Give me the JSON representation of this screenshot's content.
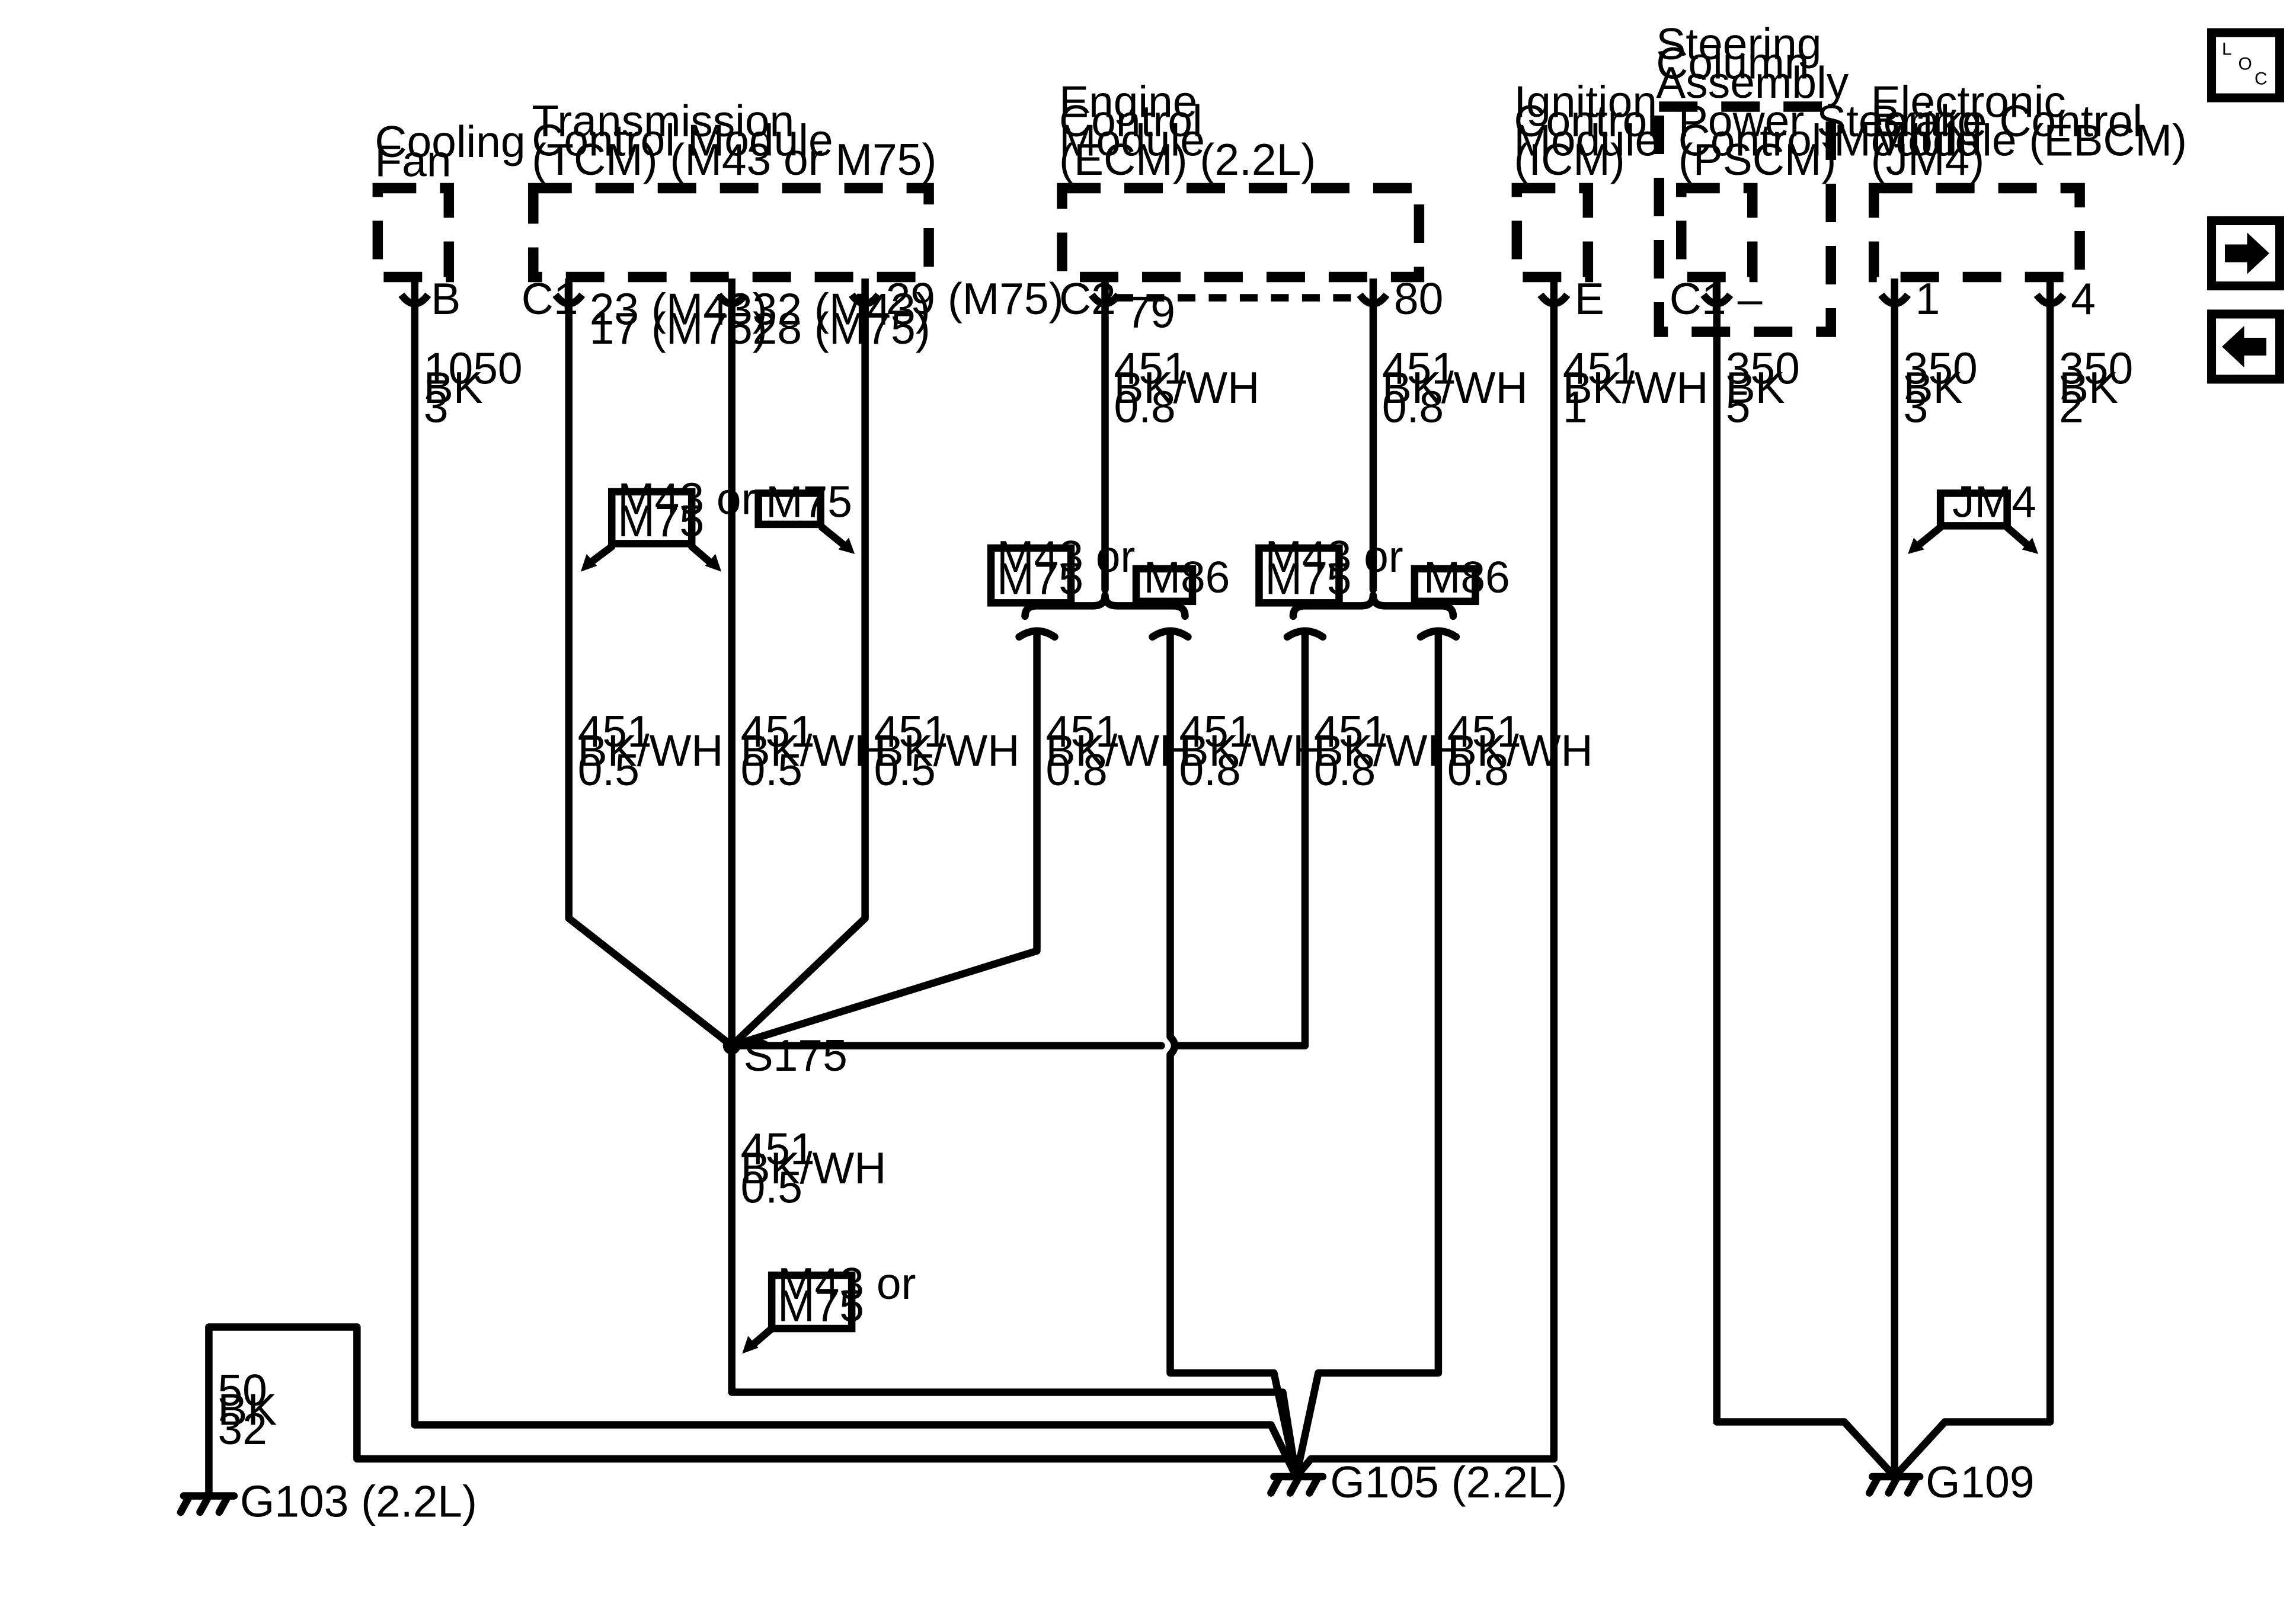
{
  "components": {
    "cooling_fan": [
      "Cooling",
      "Fan"
    ],
    "tcm": [
      "Transmission",
      "Control Module",
      "(TCM) (M43 or M75)"
    ],
    "ecm": [
      "Engine",
      "Control",
      "Module",
      "(ECM) (2.2L)"
    ],
    "icm": [
      "Ignition",
      "Control",
      "Module",
      "(ICM)"
    ],
    "steering_column": [
      "Steering",
      "Column",
      "Assembly"
    ],
    "pscm": [
      "Power Steering",
      "Control Module",
      "(PSCM)"
    ],
    "ebcm": [
      "Electronic",
      "Brake Control",
      "Module (EBCM)",
      "(JM4)"
    ]
  },
  "pins": {
    "cooling_fan": "B",
    "tcm_connector": "C1",
    "tcm_a": [
      "23 (M43)",
      "17 (M75)"
    ],
    "tcm_b": [
      "32 (M43)",
      "28 (M75)"
    ],
    "tcm_c": "29 (M75)",
    "ecm_connector": "C2",
    "ecm_a": "79",
    "ecm_b": "80",
    "icm": "E",
    "pscm_connector": "C1",
    "pscm": "–",
    "ebcm_a": "1",
    "ebcm_b": "4"
  },
  "wires": {
    "fan": [
      "1050",
      "BK",
      "3"
    ],
    "tcm_a": [
      "451",
      "BK/WH",
      "0.5"
    ],
    "tcm_b": [
      "451",
      "BK/WH",
      "0.5"
    ],
    "tcm_c": [
      "451",
      "BK/WH",
      "0.5"
    ],
    "ecm_79_upper": [
      "451",
      "BK/WH",
      "0.8"
    ],
    "ecm_80_upper": [
      "451",
      "BK/WH",
      "0.8"
    ],
    "ecm_79_left": [
      "451",
      "BK/WH",
      "0.8"
    ],
    "ecm_79_right": [
      "451",
      "BK/WH",
      "0.8"
    ],
    "ecm_80_left": [
      "451",
      "BK/WH",
      "0.8"
    ],
    "ecm_80_right": [
      "451",
      "BK/WH",
      "0.8"
    ],
    "icm": [
      "451",
      "BK/WH",
      "1"
    ],
    "pscm": [
      "350",
      "BK",
      "5"
    ],
    "ebcm_1": [
      "350",
      "BK",
      "3"
    ],
    "ebcm_4": [
      "350",
      "BK",
      "2"
    ],
    "splice_down": [
      "451",
      "BK/WH",
      "0.5"
    ],
    "g103": [
      "50",
      "BK",
      "32"
    ]
  },
  "options": {
    "m43_or_m75": [
      "M43 or",
      "M75"
    ],
    "m75": "M75",
    "m86": "M86",
    "jm4": "JM4"
  },
  "splice": "S175",
  "grounds": {
    "g103": "G103 (2.2L)",
    "g105": "G105 (2.2L)",
    "g109": "G109"
  },
  "loc": [
    "L",
    "O",
    "C"
  ],
  "nav_icons": [
    "loc-icon",
    "arrow-right-icon",
    "arrow-left-icon"
  ]
}
